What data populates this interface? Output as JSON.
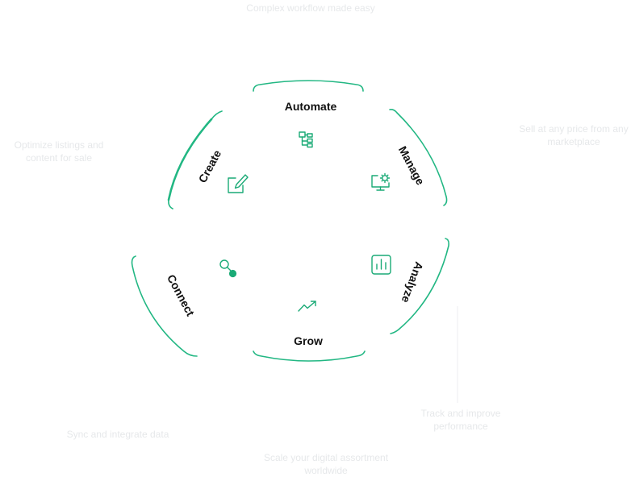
{
  "colors": {
    "accent": "#22b783",
    "label": "#111111",
    "caption": "#e6e8ea"
  },
  "segments": {
    "automate": {
      "label": "Automate",
      "icon": "workflow-icon"
    },
    "manage": {
      "label": "Manage",
      "icon": "monitor-gear-icon"
    },
    "analyze": {
      "label": "Analyze",
      "icon": "bar-chart-icon"
    },
    "grow": {
      "label": "Grow",
      "icon": "trend-up-icon"
    },
    "connect": {
      "label": "Connect",
      "icon": "search-dot-icon"
    },
    "create": {
      "label": "Create",
      "icon": "edit-icon"
    }
  },
  "captions": {
    "automate": "Complex workflow made easy",
    "manage": "Sell at any price from any marketplace",
    "analyze": "Track and improve performance",
    "grow": "Scale your digital assortment worldwide",
    "connect": "Sync and integrate data",
    "create": "Optimize listings and content for sale"
  }
}
